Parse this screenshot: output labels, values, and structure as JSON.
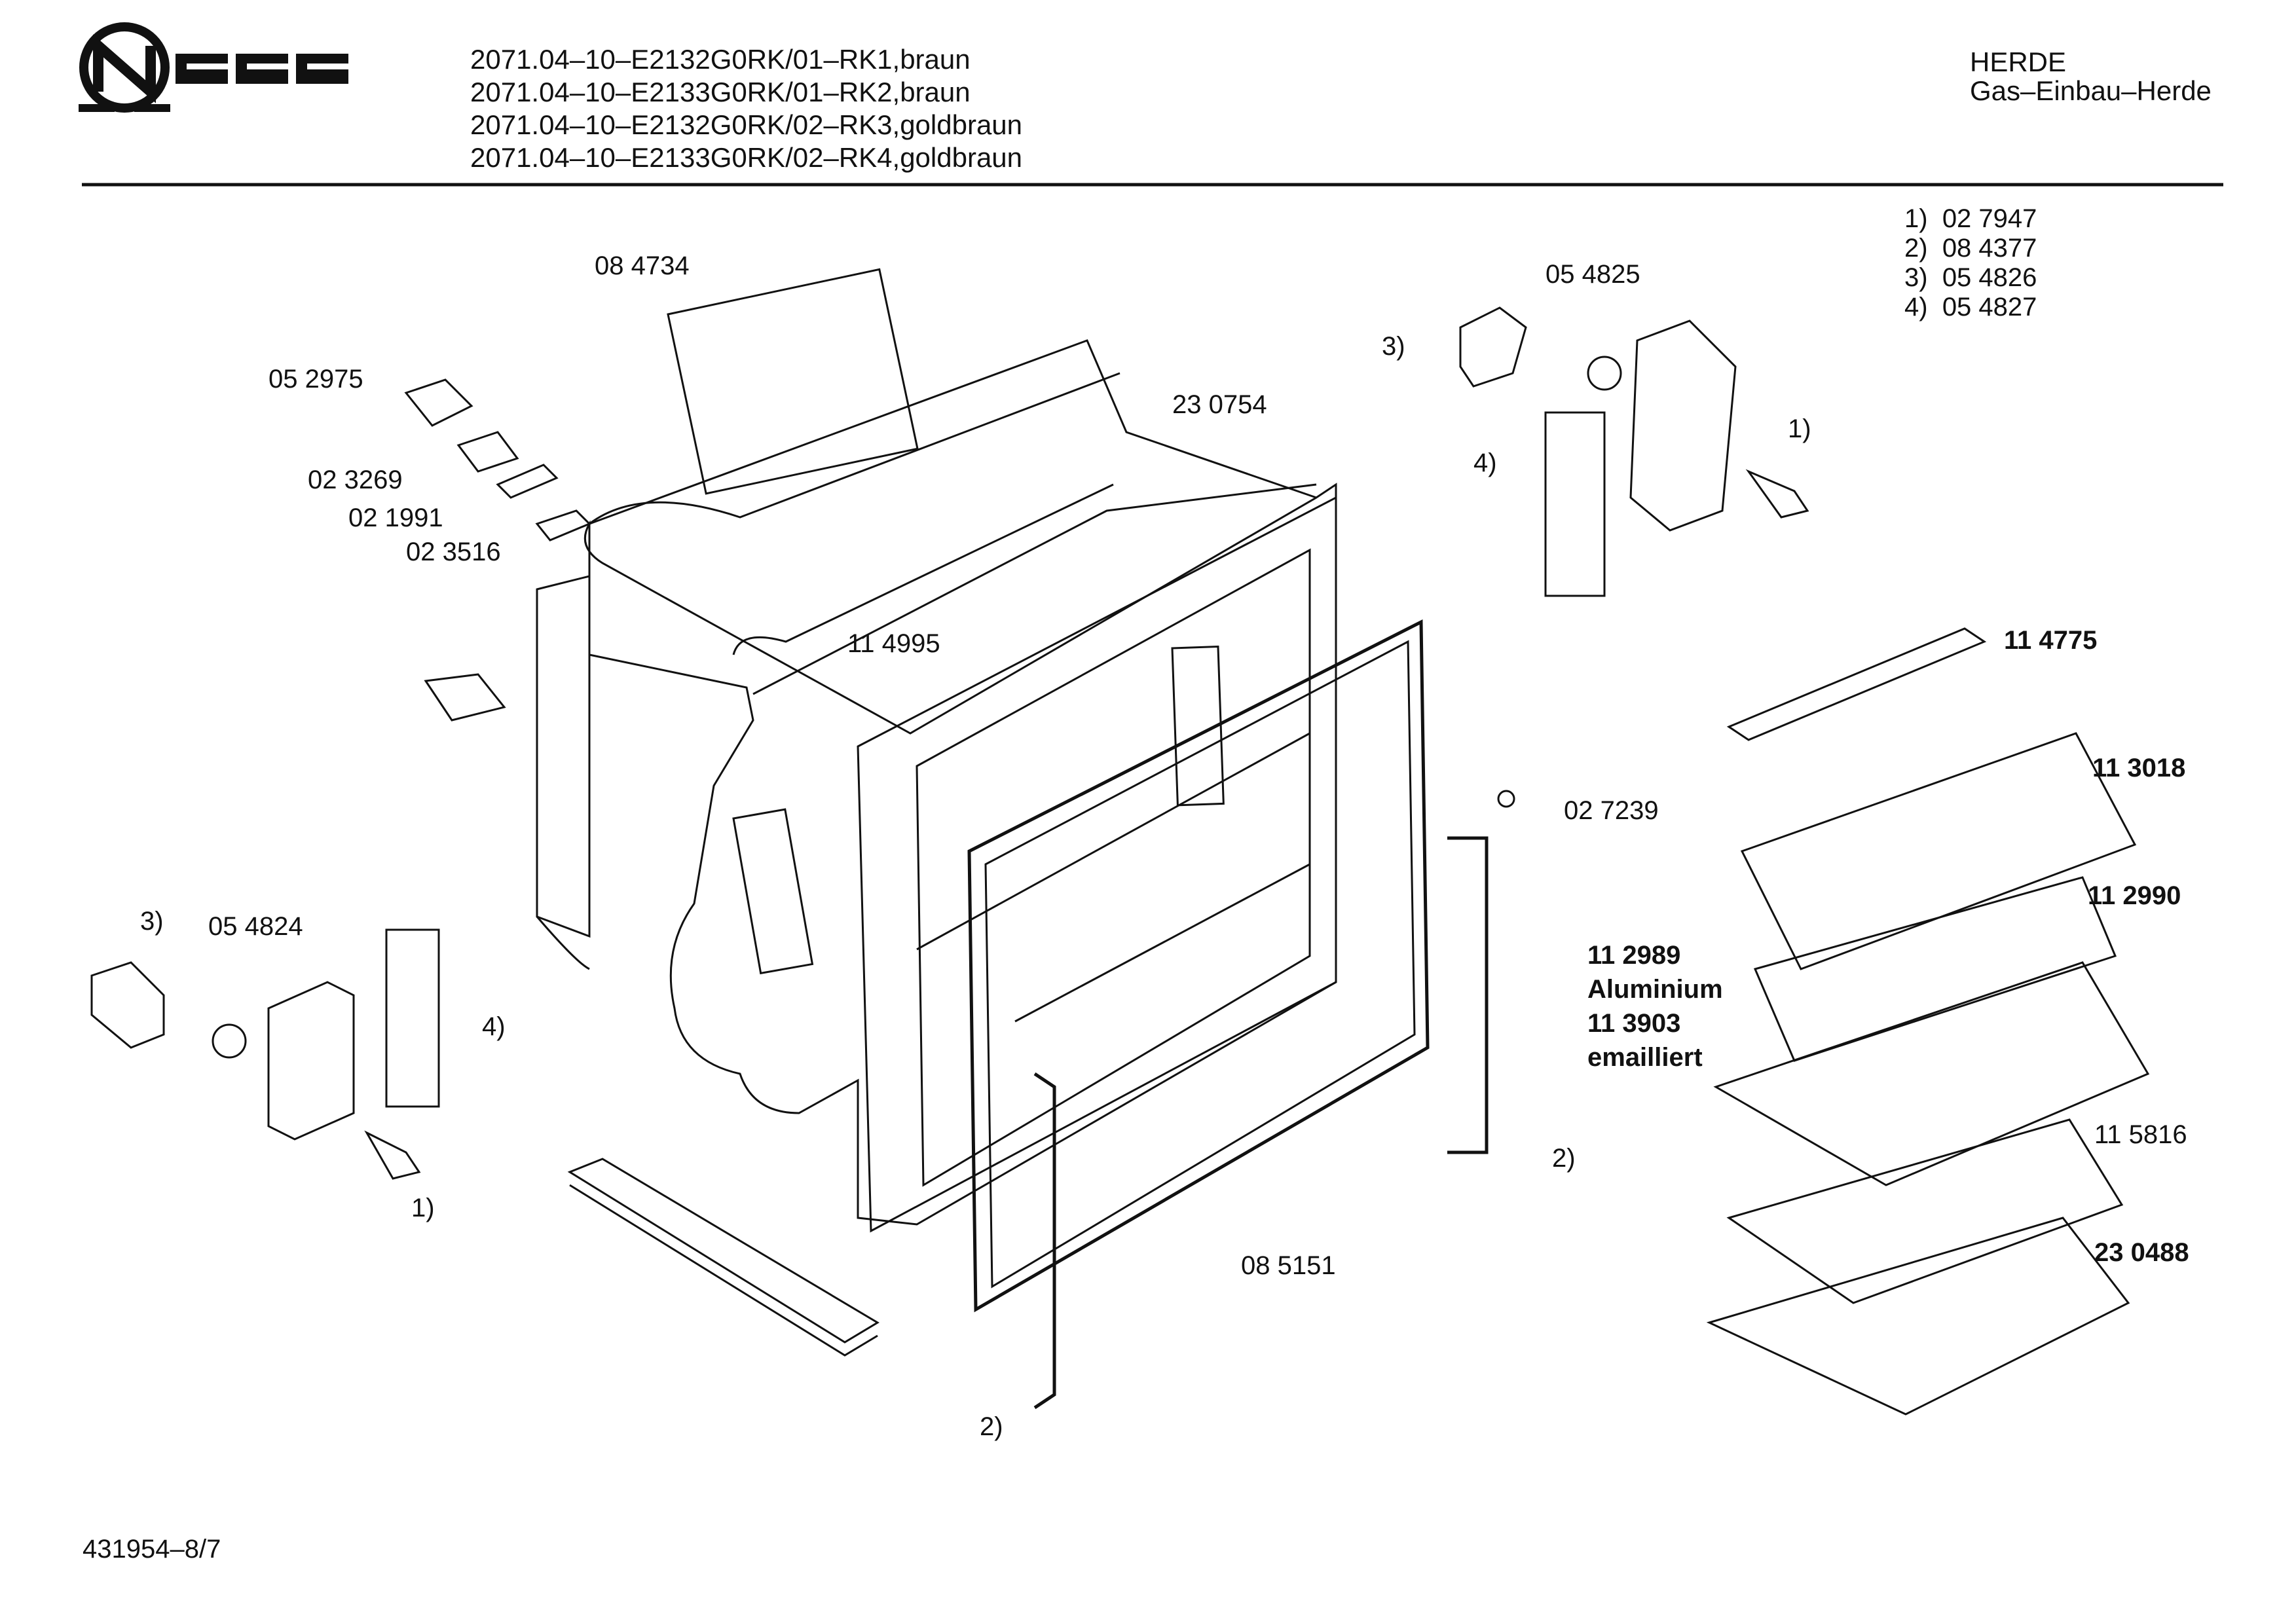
{
  "header": {
    "brand": "NEFF",
    "model_lines": [
      "2071.04–10–E2132G0RK/01–RK1,braun",
      "2071.04–10–E2133G0RK/01–RK2,braun",
      "2071.04–10–E2132G0RK/02–RK3,goldbraun",
      "2071.04–10–E2133G0RK/02–RK4,goldbraun"
    ],
    "category": "HERDE",
    "subcategory": "Gas–Einbau–Herde"
  },
  "reference_list": [
    {
      "key": "1)",
      "part": "02 7947"
    },
    {
      "key": "2)",
      "part": "08 4377"
    },
    {
      "key": "3)",
      "part": "05 4826"
    },
    {
      "key": "4)",
      "part": "05 4827"
    }
  ],
  "labels": {
    "p084734": "08 4734",
    "p052975": "05 2975",
    "p023269": "02 3269",
    "p021991": "02 1991",
    "p023516": "02 3516",
    "p230754": "23 0754",
    "p114995": "11 4995",
    "p054825": "05 4825",
    "p054824": "05 4824",
    "p027239": "02 7239",
    "p114775": "11 4775",
    "p113018": "11 3018",
    "p112990": "11 2990",
    "p112989": "11 2989",
    "aluminium": "Aluminium",
    "p113903": "11 3903",
    "emailliert": "emailliert",
    "p115816": "11 5816",
    "p230488": "23 0488",
    "p085151": "08 5151",
    "ref3_right": "3)",
    "ref4_right": "4)",
    "ref1_right": "1)",
    "ref3_left": "3)",
    "ref4_left": "4)",
    "ref1_left": "1)",
    "ref2_handle_right": "2)",
    "ref2_handle_bottom": "2)"
  },
  "footer": {
    "doc_number": "431954–8/7"
  }
}
